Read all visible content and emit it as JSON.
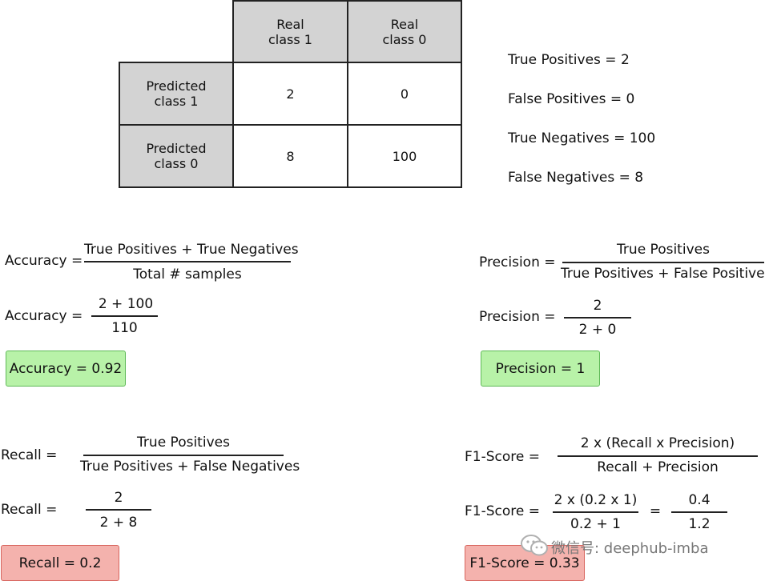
{
  "matrix": {
    "col_headers": [
      [
        "Real",
        "class 1"
      ],
      [
        "Real",
        "class 0"
      ]
    ],
    "row_headers": [
      [
        "Predicted",
        "class 1"
      ],
      [
        "Predicted",
        "class 0"
      ]
    ],
    "cells": [
      [
        "2",
        "0"
      ],
      [
        "8",
        "100"
      ]
    ]
  },
  "stats": {
    "tp": "True Positives = 2",
    "fp": "False Positives = 0",
    "tn": "True Negatives = 100",
    "fn": "False Negatives = 8"
  },
  "accuracy": {
    "label": "Accuracy =",
    "num": "True Positives  +  True Negatives",
    "den": "Total # samples",
    "num2": "2  +  100",
    "den2": "110",
    "result": "Accuracy = 0.92"
  },
  "precision": {
    "label": "Precision =",
    "num": "True Positives",
    "den": "True Positives   +   False Positives",
    "num2": "2",
    "den2": "2   +   0",
    "result": "Precision = 1"
  },
  "recall": {
    "label": "Recall =",
    "num": "True Positives",
    "den": "True Positives   +   False Negatives",
    "num2": "2",
    "den2": "2   +   8",
    "result": "Recall = 0.2"
  },
  "f1": {
    "label": "F1-Score =",
    "num": "2 x (Recall x Precision)",
    "den": "Recall      +      Precision",
    "num2": "2 x (0.2 x 1)",
    "den2": "0.2   +   1",
    "eq": "=",
    "num3": "0.4",
    "den3": "1.2",
    "result": "F1-Score = 0.33"
  },
  "watermark": {
    "text": "微信号: deephub-imba",
    "icon": "wechat-icon"
  }
}
